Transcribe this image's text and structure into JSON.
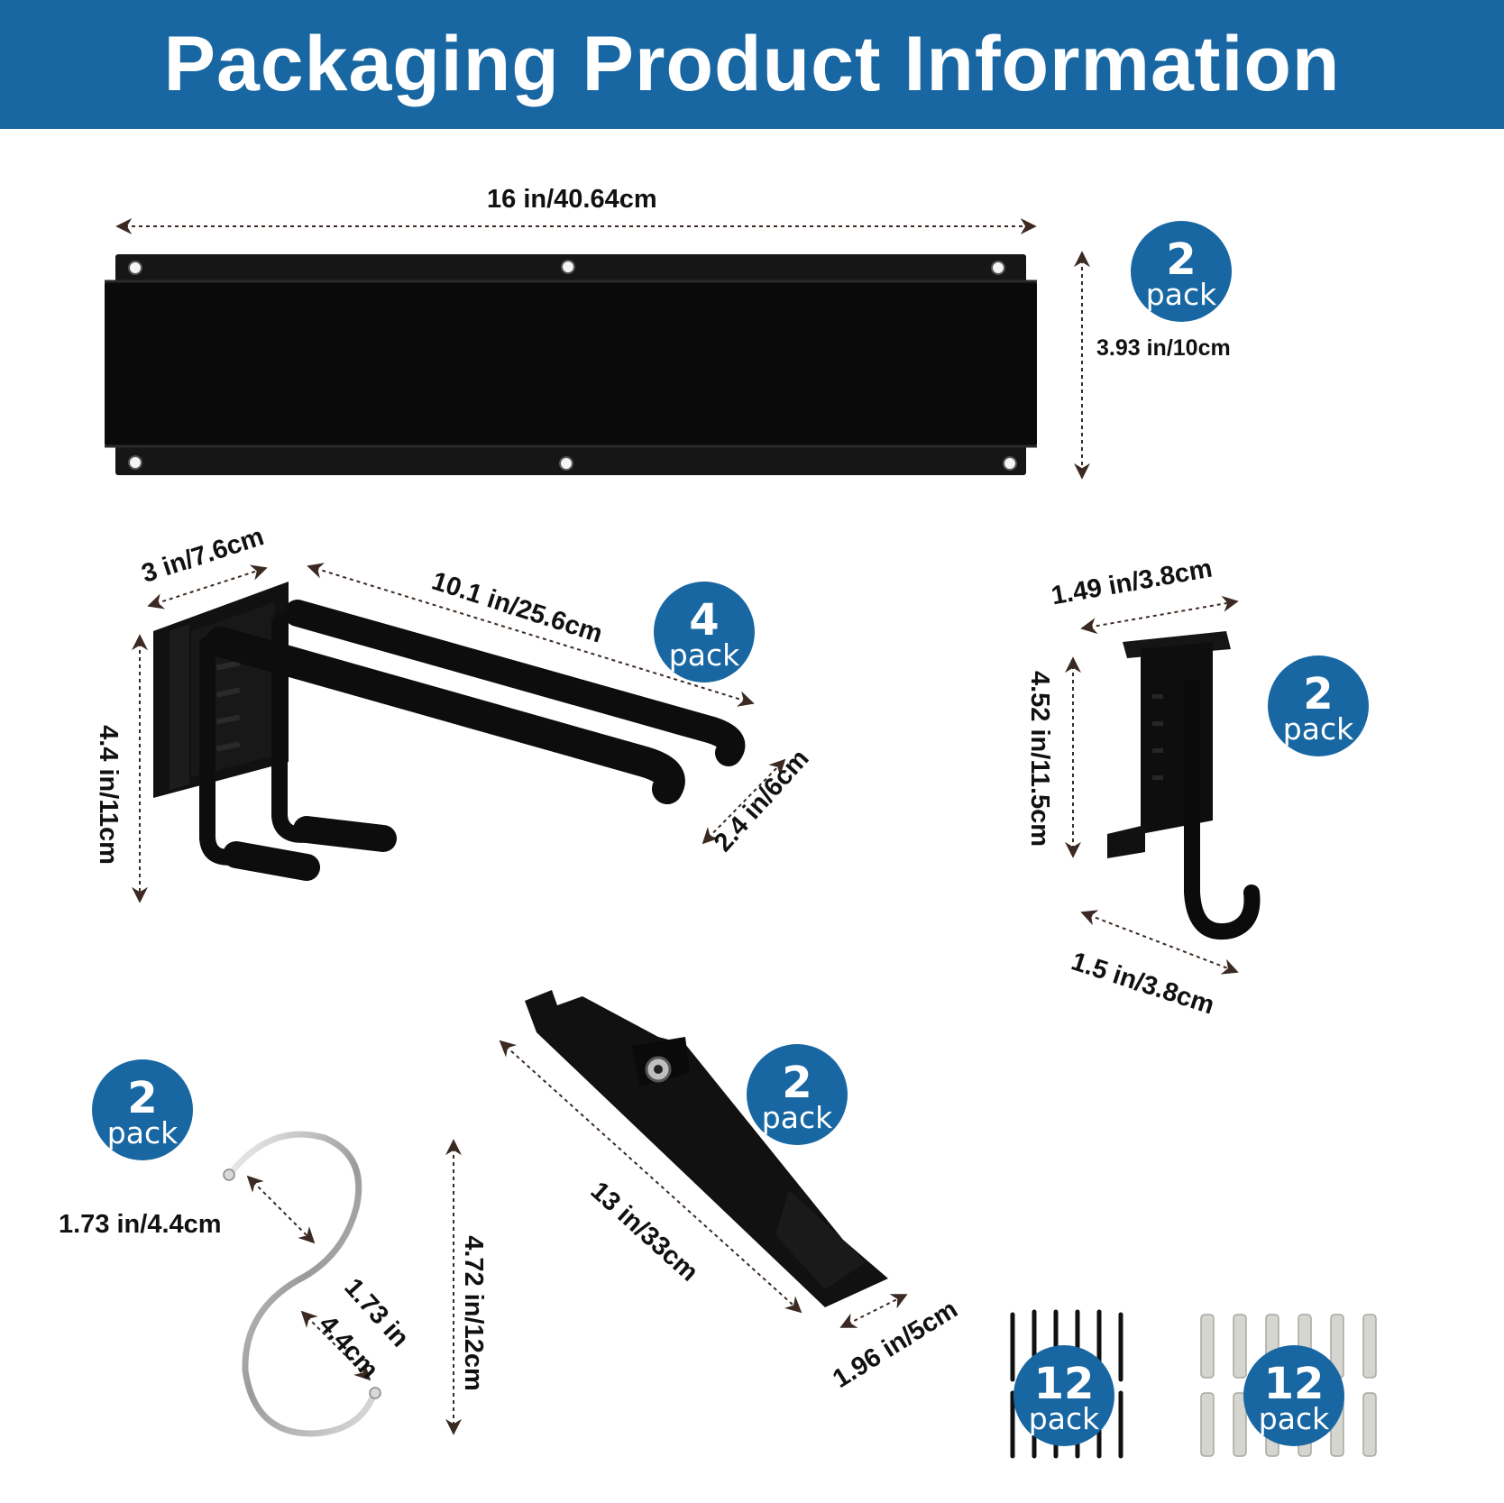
{
  "header": {
    "title": "Packaging Product Information"
  },
  "products": {
    "rail": {
      "length_label": "16 in/40.64cm",
      "height_label": "3.93 in/10cm",
      "pack": {
        "count": "2",
        "unit": "pack"
      }
    },
    "double_hook": {
      "width_label": "3 in/7.6cm",
      "length_label": "10.1 in/25.6cm",
      "height_label": "4.4 in/11cm",
      "gap_label": "2.4 in/6cm",
      "pack": {
        "count": "4",
        "unit": "pack"
      }
    },
    "j_hook": {
      "width_label": "1.49 in/3.8cm",
      "height_label": "4.52 in/11.5cm",
      "depth_label": "1.5 in/3.8cm",
      "pack": {
        "count": "2",
        "unit": "pack"
      }
    },
    "s_hook": {
      "opening_label": "1.73 in/4.4cm",
      "opening2_line1": "1.73 in",
      "opening2_line2": "4.4cm",
      "height_label": "4.72 in/12cm",
      "pack": {
        "count": "2",
        "unit": "pack"
      }
    },
    "strap": {
      "length_label": "13 in/33cm",
      "width_label": "1.96 in/5cm",
      "pack": {
        "count": "2",
        "unit": "pack"
      }
    },
    "screws": {
      "pack": {
        "count": "12",
        "unit": "pack"
      }
    },
    "anchors": {
      "pack": {
        "count": "12",
        "unit": "pack"
      }
    }
  }
}
